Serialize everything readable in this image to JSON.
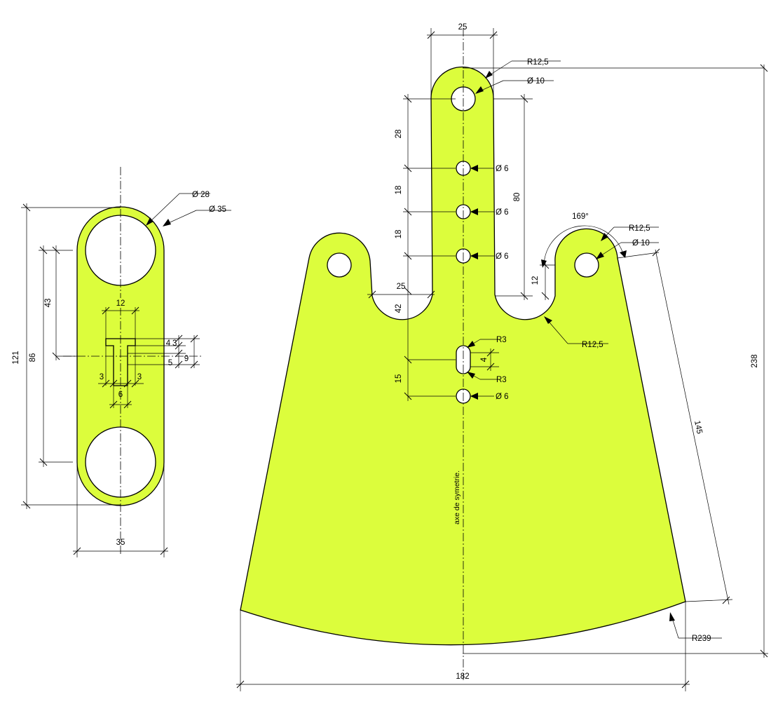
{
  "link_part": {
    "dims": {
      "height_total": "121",
      "center_distance": "86",
      "upper_offset": "43",
      "slot_width": "12",
      "small_4": "4",
      "small_3": "3",
      "small_5": "5",
      "small_9": "9",
      "left_3": "3",
      "right_3": "3",
      "bottom_6": "6",
      "width": "35"
    },
    "labels": {
      "hole_dia": "Ø 28",
      "outer_dia": "Ø 35"
    }
  },
  "main_part": {
    "dims": {
      "top_width": "25",
      "d28": "28",
      "d18a": "18",
      "d18b": "18",
      "d80": "80",
      "d25": "25",
      "d42": "42",
      "d12": "12",
      "d4": "4",
      "d15": "15",
      "d145": "145",
      "d238": "238",
      "d182": "182",
      "angle": "169°"
    },
    "labels": {
      "top_radius": "R12,5",
      "top_hole": "Ø 10",
      "hole1": "Ø 6",
      "hole2": "Ø 6",
      "hole3": "Ø 6",
      "hole4": "Ø 6",
      "slot_r_top": "R3",
      "slot_r_bottom": "R3",
      "ear_radius": "R12,5",
      "ear_hole": "Ø 10",
      "notch_radius": "R12,5",
      "bottom_radius": "R239",
      "axis_note": "axe de symetrie."
    }
  }
}
